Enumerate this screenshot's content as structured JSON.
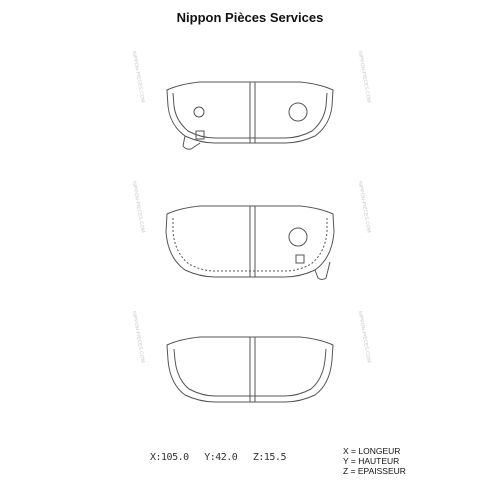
{
  "title": "Nippon Pièces Services",
  "dimensions": {
    "x": "X:105.0",
    "y": "Y:42.0",
    "z": "Z:15.5"
  },
  "legend": [
    "X = LONGEUR",
    "Y = HAUTEUR",
    "Z = EPAISSEUR"
  ],
  "watermark": "NIPPON-PIECES.COM",
  "colors": {
    "line": "#555555",
    "text": "#111111"
  }
}
